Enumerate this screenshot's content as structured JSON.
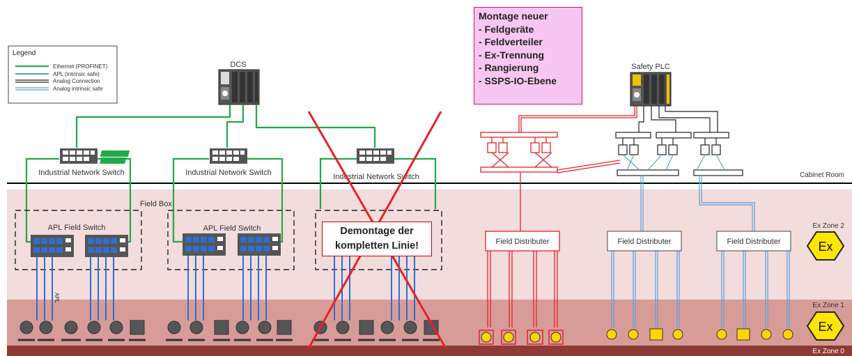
{
  "legend": {
    "title": "Legend",
    "items": [
      {
        "label": "Ethernet (PROFINET)",
        "color": "#22a84a"
      },
      {
        "label": "APL (intrinsic safe)",
        "color": "#2e6fd0"
      },
      {
        "label": "Analog Connection",
        "color": "#222222"
      },
      {
        "label": "Analog intrinsic safe",
        "color": "#5aa0e0"
      }
    ]
  },
  "controllers": {
    "dcs": "DCS",
    "safety_plc": "Safety PLC"
  },
  "switches": {
    "industrial": [
      "Industrial Network Switch",
      "Industrial Network Switch",
      "Industrial Network Switch"
    ],
    "apl": [
      "APL Field Switch",
      "APL Field Switch"
    ],
    "field_box": "Field Box",
    "apl_cable": "APL"
  },
  "distributors": [
    "Field Distributer",
    "Field Distributer",
    "Field Distributer"
  ],
  "zones": {
    "cabinet": "Cabinet Room",
    "ex2": "Ex Zone 2",
    "ex1": "Ex Zone 1",
    "ex0": "Ex Zone 0",
    "ex_symbol": "Ex"
  },
  "note": {
    "title": "Montage neuer",
    "items": [
      "- Feldgeräte",
      "- Feldverteiler",
      "- Ex-Trennung",
      "- Rangierung",
      "- SSPS-IO-Ebene"
    ]
  },
  "demontage": {
    "line1": "Demontage der",
    "line2": "kompletten Linie!"
  },
  "colors": {
    "ethernet": "#22a84a",
    "apl": "#2e6fd0",
    "analog": "#222222",
    "analog_is": "#5aa0e0",
    "new_install": "#e8202a",
    "zone2": "#f2dcdc",
    "zone1": "#d79c98",
    "zone0": "#8e3a34",
    "ex_fill": "#ffe600"
  },
  "icons": [
    "profinet-logo-icon",
    "device-icon",
    "ex-symbol-icon"
  ]
}
